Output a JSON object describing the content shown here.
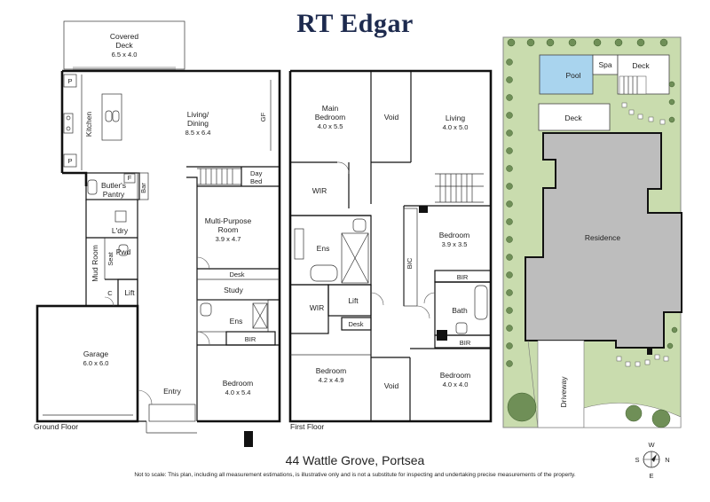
{
  "brand": "RT Edgar",
  "address": "44 Wattle Grove, Portsea",
  "disclaimer": "Not to scale: This plan, including all measurement estimations, is illustrative only and is not a substitute for inspecting and undertaking precise measurements of the property.",
  "ground_floor": {
    "label": "Ground Floor",
    "rooms": {
      "covered_deck": {
        "name": "Covered",
        "name2": "Deck",
        "dim": "6.5 x 4.0"
      },
      "kitchen": "Kitchen",
      "living": {
        "name": "Living/",
        "name2": "Dining",
        "dim": "8.5 x 6.4"
      },
      "gf": "GF",
      "p1": "P",
      "p2": "P",
      "butlers": "Butler's",
      "pantry": "Pantry",
      "f": "F",
      "bar": "Bar",
      "day": "Day",
      "bed": "Bed",
      "multi": {
        "name": "Multi-Purpose",
        "name2": "Room",
        "dim": "3.9 x 4.7"
      },
      "ldry": "L'dry",
      "mud": "Mud Room",
      "seat": "Seat",
      "pwd": "Pwd",
      "desk": "Desk",
      "study": "Study",
      "c": "C",
      "lift": "Lift",
      "ens": "Ens",
      "bir": "BIR",
      "garage": {
        "name": "Garage",
        "dim": "6.0 x 6.0"
      },
      "entry": "Entry",
      "bedroom": {
        "name": "Bedroom",
        "dim": "4.0 x 5.4"
      }
    }
  },
  "first_floor": {
    "label": "First Floor",
    "rooms": {
      "main_bed": {
        "name": "Main",
        "name2": "Bedroom",
        "dim": "4.0 x 5.5"
      },
      "void1": "Void",
      "living": {
        "name": "Living",
        "dim": "4.0 x 5.0"
      },
      "wir1": "WIR",
      "ens": "Ens",
      "bedroom2": {
        "name": "Bedroom",
        "dim": "3.9 x 3.5"
      },
      "bic": "BIC",
      "bir1": "BIR",
      "wir2": "WIR",
      "lift": "Lift",
      "desk": "Desk",
      "bath": "Bath",
      "bir2": "BIR",
      "bedroom3": {
        "name": "Bedroom",
        "dim": "4.2 x 4.9"
      },
      "void2": "Void",
      "bedroom4": {
        "name": "Bedroom",
        "dim": "4.0 x 4.0"
      }
    }
  },
  "site": {
    "pool": "Pool",
    "spa": "Spa",
    "deck_top": "Deck",
    "deck_mid": "Deck",
    "residence": "Residence",
    "driveway": "Driveway",
    "compass": {
      "w": "W",
      "s": "S",
      "n": "N",
      "e": "E"
    }
  },
  "colors": {
    "brand": "#1d2a4e",
    "lawn": "#c9dcae",
    "pool": "#a9d4ee",
    "residence": "#bdbdbd",
    "tree": "#6f8f57"
  }
}
